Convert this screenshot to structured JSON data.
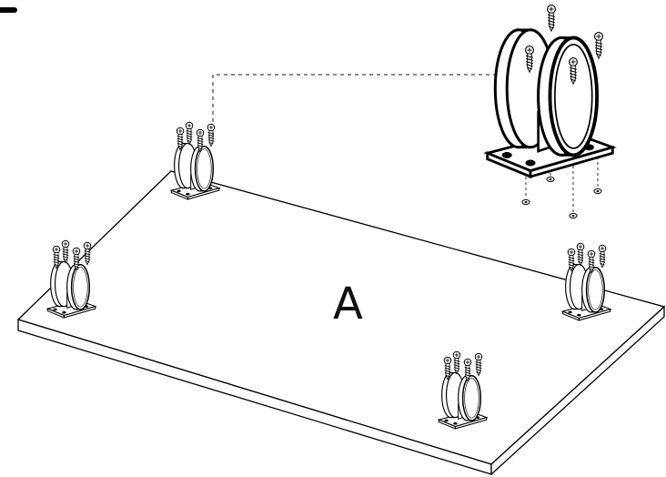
{
  "diagram": {
    "panel_label": "A",
    "caster_count": 4,
    "screws_per_caster": 4,
    "icons": [
      "caster-wheel-icon",
      "screw-icon",
      "mounting-plate-icon",
      "board-panel-icon"
    ]
  },
  "colors": {
    "line": "#000000",
    "background": "#ffffff",
    "guide_dash": "#8a8a8a"
  }
}
